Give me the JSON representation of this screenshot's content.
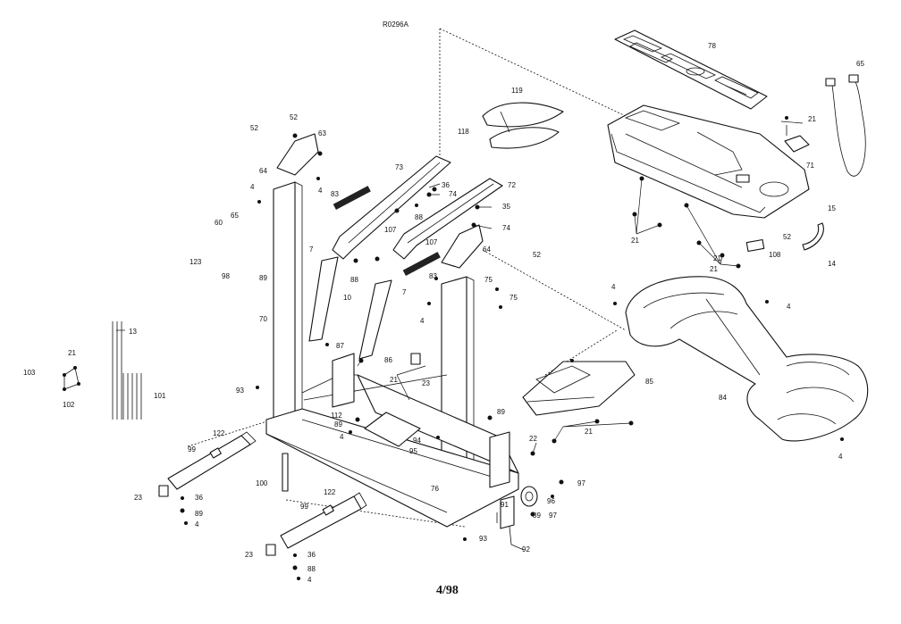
{
  "ref_code": "R0296A",
  "page": "4/98",
  "callouts": [
    {
      "id": "c78",
      "label": "78"
    },
    {
      "id": "c65a",
      "label": "65"
    },
    {
      "id": "c119",
      "label": "119"
    },
    {
      "id": "c118",
      "label": "118"
    },
    {
      "id": "c52a",
      "label": "52"
    },
    {
      "id": "c52b",
      "label": "52"
    },
    {
      "id": "c63",
      "label": "63"
    },
    {
      "id": "c64a",
      "label": "64"
    },
    {
      "id": "c4a",
      "label": "4"
    },
    {
      "id": "c4b",
      "label": "4"
    },
    {
      "id": "c73",
      "label": "73"
    },
    {
      "id": "c36a",
      "label": "36"
    },
    {
      "id": "c74a",
      "label": "74"
    },
    {
      "id": "c72",
      "label": "72"
    },
    {
      "id": "c35",
      "label": "35"
    },
    {
      "id": "c74b",
      "label": "74"
    },
    {
      "id": "c83a",
      "label": "83"
    },
    {
      "id": "c88a",
      "label": "88"
    },
    {
      "id": "c107a",
      "label": "107"
    },
    {
      "id": "c107b",
      "label": "107"
    },
    {
      "id": "c60",
      "label": "60"
    },
    {
      "id": "c65b",
      "label": "65"
    },
    {
      "id": "c123",
      "label": "123"
    },
    {
      "id": "c7a",
      "label": "7"
    },
    {
      "id": "c64b",
      "label": "64"
    },
    {
      "id": "c52c",
      "label": "52"
    },
    {
      "id": "c83b",
      "label": "83"
    },
    {
      "id": "c98",
      "label": "98"
    },
    {
      "id": "c89a",
      "label": "89"
    },
    {
      "id": "c88b",
      "label": "88"
    },
    {
      "id": "c7b",
      "label": "7"
    },
    {
      "id": "c10",
      "label": "10"
    },
    {
      "id": "c75a",
      "label": "75"
    },
    {
      "id": "c75b",
      "label": "75"
    },
    {
      "id": "c4c",
      "label": "4"
    },
    {
      "id": "c70",
      "label": "70"
    },
    {
      "id": "c13",
      "label": "13"
    },
    {
      "id": "c21a",
      "label": "21"
    },
    {
      "id": "c103",
      "label": "103"
    },
    {
      "id": "c101",
      "label": "101"
    },
    {
      "id": "c102",
      "label": "102"
    },
    {
      "id": "c87",
      "label": "87"
    },
    {
      "id": "c86",
      "label": "86"
    },
    {
      "id": "c23a",
      "label": "23"
    },
    {
      "id": "c93a",
      "label": "93"
    },
    {
      "id": "c112",
      "label": "112"
    },
    {
      "id": "c89b",
      "label": "89"
    },
    {
      "id": "c4d",
      "label": "4"
    },
    {
      "id": "c94",
      "label": "94"
    },
    {
      "id": "c95",
      "label": "95"
    },
    {
      "id": "c21b",
      "label": "21"
    },
    {
      "id": "c99a",
      "label": "99"
    },
    {
      "id": "c122a",
      "label": "122"
    },
    {
      "id": "c100",
      "label": "100"
    },
    {
      "id": "c23b",
      "label": "23"
    },
    {
      "id": "c36b",
      "label": "36"
    },
    {
      "id": "c89c",
      "label": "89"
    },
    {
      "id": "c4e",
      "label": "4"
    },
    {
      "id": "c122b",
      "label": "122"
    },
    {
      "id": "c99b",
      "label": "99"
    },
    {
      "id": "c23c",
      "label": "23"
    },
    {
      "id": "c36c",
      "label": "36"
    },
    {
      "id": "c88c",
      "label": "88"
    },
    {
      "id": "c4f",
      "label": "4"
    },
    {
      "id": "c76",
      "label": "76"
    },
    {
      "id": "c89d",
      "label": "89"
    },
    {
      "id": "c22",
      "label": "22"
    },
    {
      "id": "c97a",
      "label": "97"
    },
    {
      "id": "c96",
      "label": "96"
    },
    {
      "id": "c97b",
      "label": "97"
    },
    {
      "id": "c89e",
      "label": "89"
    },
    {
      "id": "c91",
      "label": "91"
    },
    {
      "id": "c92",
      "label": "92"
    },
    {
      "id": "c93b",
      "label": "93"
    },
    {
      "id": "c21c",
      "label": "21"
    },
    {
      "id": "c21d",
      "label": "21"
    },
    {
      "id": "c52d",
      "label": "52"
    },
    {
      "id": "c21e",
      "label": "21"
    },
    {
      "id": "c71",
      "label": "71"
    },
    {
      "id": "c15",
      "label": "15"
    },
    {
      "id": "c14",
      "label": "14"
    },
    {
      "id": "c108",
      "label": "108"
    },
    {
      "id": "c21f",
      "label": "21"
    },
    {
      "id": "c4g",
      "label": "4"
    },
    {
      "id": "c4h",
      "label": "4"
    },
    {
      "id": "c84",
      "label": "84"
    },
    {
      "id": "c4i",
      "label": "4"
    },
    {
      "id": "c85",
      "label": "85"
    },
    {
      "id": "c21g",
      "label": "21"
    }
  ]
}
